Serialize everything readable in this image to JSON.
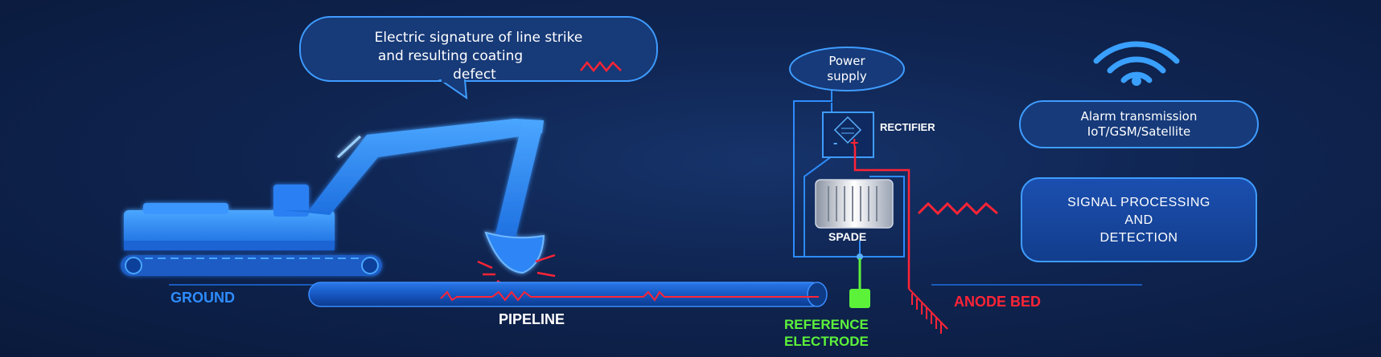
{
  "callout": {
    "line1": "Electric signature of line strike",
    "line2": "and resulting coating",
    "line3": "defect"
  },
  "power_supply": {
    "line1": "Power",
    "line2": "supply"
  },
  "rectifier": {
    "label": "RECTIFIER",
    "minus": "-",
    "plus": "+"
  },
  "spade": {
    "label": "SPADE"
  },
  "alarm": {
    "line1": "Alarm transmission",
    "line2": "IoT/GSM/Satellite"
  },
  "signal_box": {
    "line1": "SIGNAL PROCESSING",
    "line2": "AND",
    "line3": "DETECTION"
  },
  "labels": {
    "ground": "GROUND",
    "pipeline": "PIPELINE",
    "reference_line1": "REFERENCE",
    "reference_line2": "ELECTRODE",
    "anode_bed": "ANODE BED"
  },
  "colors": {
    "background": "#0f2450",
    "blue_accent": "#3aa0ff",
    "red_signal": "#ff2436",
    "green_electrode": "#5cf23a",
    "excavator": "#2f8bff"
  },
  "icons": {
    "wireless": "wifi-icon",
    "excavator": "excavator-icon"
  }
}
